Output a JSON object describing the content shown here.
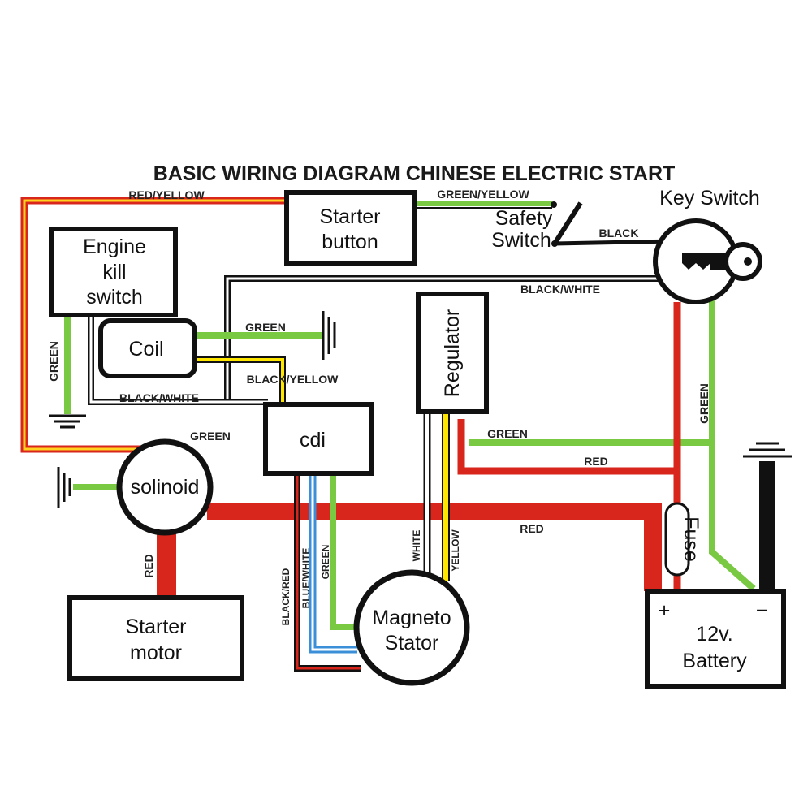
{
  "title": "BASIC WIRING DIAGRAM CHINESE ELECTRIC START",
  "components": {
    "starter_button": [
      "Starter",
      "button"
    ],
    "engine_kill_switch": [
      "Engine",
      "kill",
      "switch"
    ],
    "coil": "Coil",
    "cdi": "cdi",
    "regulator": "Regulator",
    "solenoid": "solinoid",
    "starter_motor": [
      "Starter",
      "motor"
    ],
    "magneto_stator": [
      "Magneto",
      "Stator"
    ],
    "battery": [
      "12v.",
      "Battery"
    ],
    "battery_plus": "+",
    "battery_minus": "−",
    "fuse": "Fuse",
    "key_switch": "Key Switch",
    "safety_switch": [
      "Safety",
      "Switch"
    ]
  },
  "wire_labels": {
    "red_yellow": "RED/YELLOW",
    "green_yellow": "GREEN/YELLOW",
    "black": "BLACK",
    "black_white_top": "BLACK/WHITE",
    "green_coil": "GREEN",
    "black_yellow": "BLACK/YELLOW",
    "black_white_bottom": "BLACK/WHITE",
    "green_kill": "GREEN",
    "green_solenoid": "GREEN",
    "green_regulator": "GREEN",
    "red_regulator": "RED",
    "green_key": "GREEN",
    "red_main": "RED",
    "red_starter": "RED",
    "black_red": "BLACK/RED",
    "blue_white": "BLUE/WHITE",
    "green_stator": "GREEN",
    "white": "WHITE",
    "yellow": "YELLOW"
  },
  "colors": {
    "red": "#d8261c",
    "green": "#7ac943",
    "yellow": "#ffe600",
    "blue": "#3a8fd8",
    "black": "#111111"
  }
}
